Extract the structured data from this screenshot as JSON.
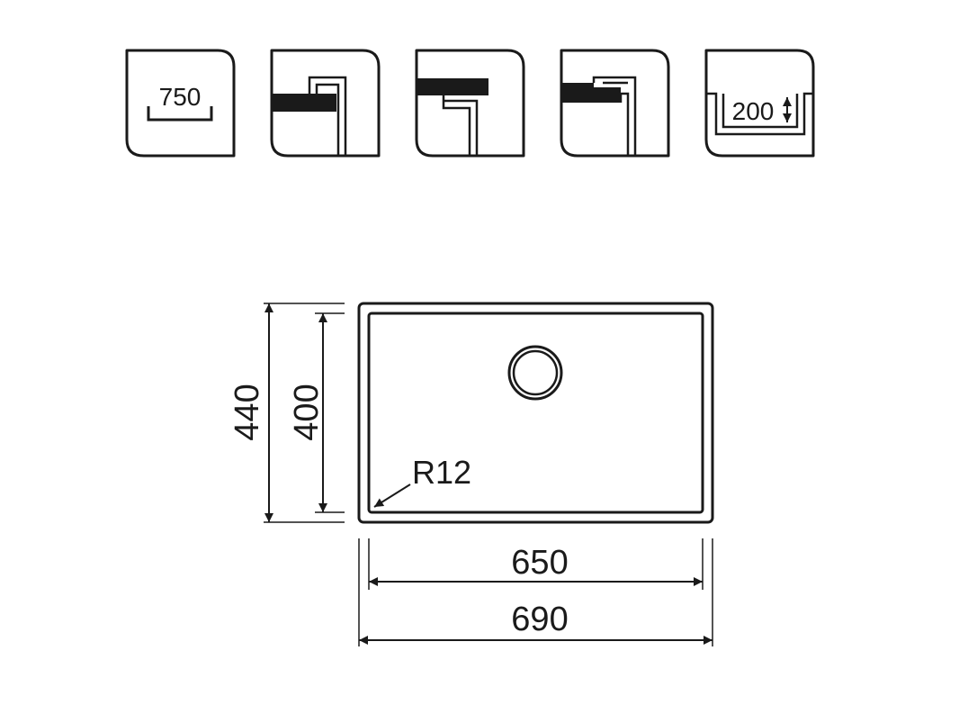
{
  "icons": {
    "cabinet": {
      "value": "750"
    },
    "undermount": {},
    "inset": {},
    "flushmount": {},
    "depth": {
      "value": "200"
    }
  },
  "drawing": {
    "outer_height": "440",
    "inner_height": "400",
    "radius": "R12",
    "inner_width": "650",
    "outer_width": "690"
  }
}
